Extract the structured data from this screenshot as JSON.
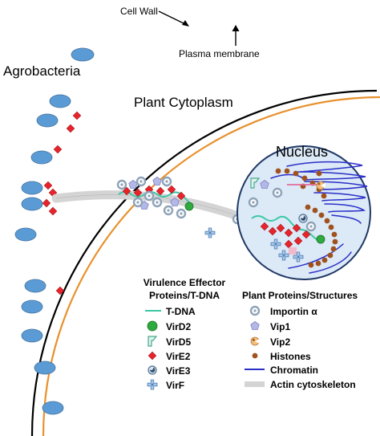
{
  "labels": {
    "cell_wall": "Cell Wall",
    "plasma_membrane": "Plasma membrane",
    "agrobacteria": "Agrobacteria",
    "plant_cytoplasm": "Plant Cytoplasm",
    "nucleus": "Nucleus"
  },
  "legend_left": {
    "title_line1": "Virulence Effector",
    "title_line2": "Proteins/T-DNA",
    "items": [
      {
        "label": "T-DNA",
        "icon": "tdna-line-icon"
      },
      {
        "label": "VirD2",
        "icon": "virD2-circle-icon"
      },
      {
        "label": "VirD5",
        "icon": "virD5-flag-icon"
      },
      {
        "label": "VirE2",
        "icon": "virE2-diamond-icon"
      },
      {
        "label": "VirE3",
        "icon": "virE3-crescent-icon"
      },
      {
        "label": "VirF",
        "icon": "virF-cross-icon"
      }
    ]
  },
  "legend_right": {
    "title": "Plant Proteins/Structures",
    "items": [
      {
        "label": "Importin α",
        "icon": "importin-ring-icon"
      },
      {
        "label": "Vip1",
        "icon": "vip1-pentagon-icon"
      },
      {
        "label": "Vip2",
        "icon": "vip2-pacman-icon"
      },
      {
        "label": "Histones",
        "icon": "histone-dot-icon"
      },
      {
        "label": "Chromatin",
        "icon": "chromatin-line-icon"
      },
      {
        "label": "Actin cytoskeleton",
        "icon": "actin-bar-icon"
      }
    ]
  },
  "colors": {
    "cell_wall": "#000000",
    "plasma_membrane": "#E8912E",
    "bacteria_fill": "#5B9BD5",
    "bacteria_stroke": "#41719C",
    "nucleus_fill": "#DCE9F7",
    "nucleus_stroke": "#1F3864",
    "tdna": "#3BC8A5",
    "virD2": "#2EAA3E",
    "virE2": "#E8232B",
    "importin": "#8FA3B8",
    "vip1": "#B4B8E6",
    "histone": "#A0521E",
    "chromatin": "#2A2FC8",
    "actin": "#D4D4D4"
  }
}
